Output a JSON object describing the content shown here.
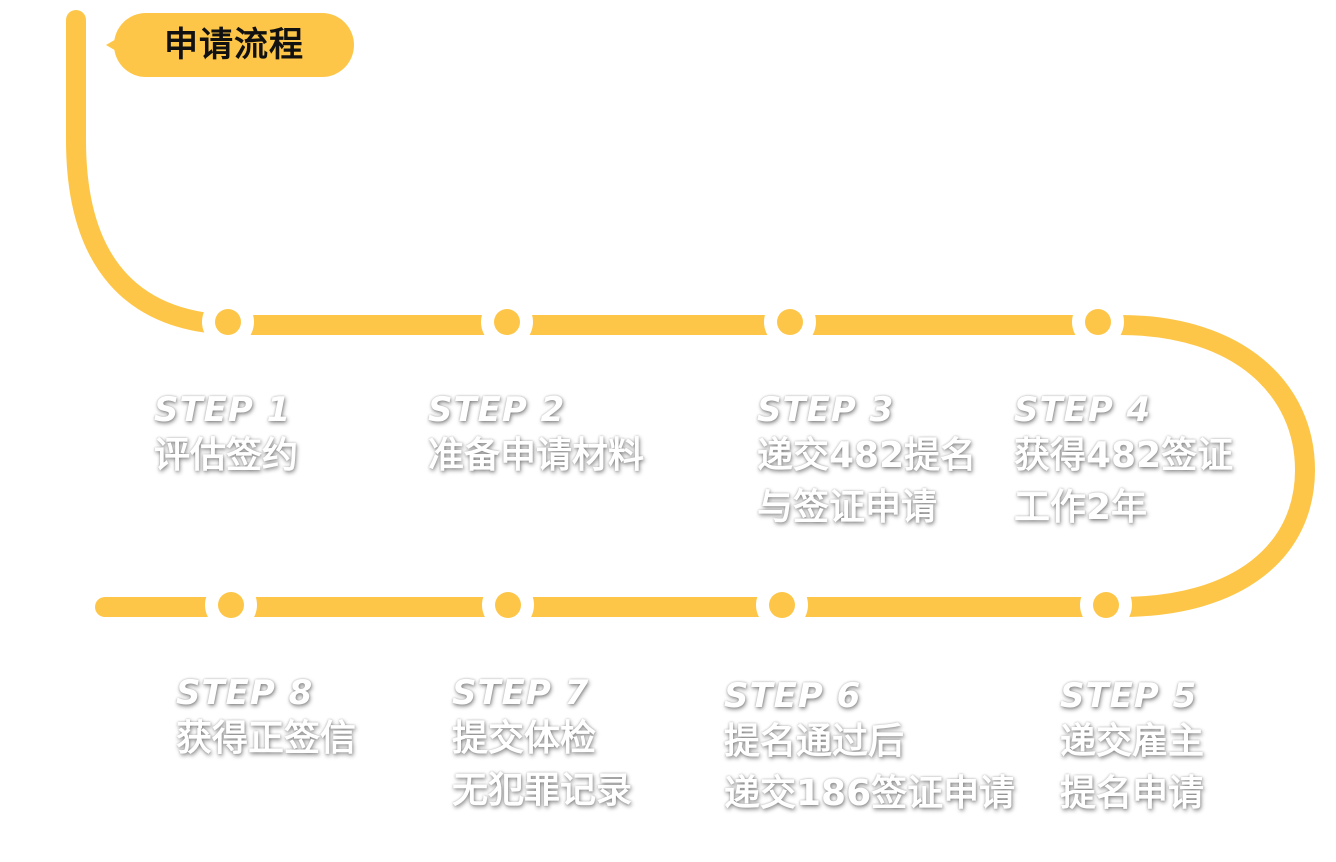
{
  "title": "申请流程",
  "colors": {
    "accent": "#FDC648",
    "node_ring": "#ffffff",
    "text": "#ffffff"
  },
  "steps": [
    {
      "label": "STEP 1",
      "lines": [
        "评估签约"
      ]
    },
    {
      "label": "STEP 2",
      "lines": [
        "准备申请材料"
      ]
    },
    {
      "label": "STEP 3",
      "lines": [
        "递交482提名",
        "与签证申请"
      ]
    },
    {
      "label": "STEP 4",
      "lines": [
        "获得482签证",
        "工作2年"
      ]
    },
    {
      "label": "STEP 5",
      "lines": [
        "递交雇主",
        "提名申请"
      ]
    },
    {
      "label": "STEP 6",
      "lines": [
        "提名通过后",
        "递交186签证申请"
      ]
    },
    {
      "label": "STEP 7",
      "lines": [
        "提交体检",
        "无犯罪记录"
      ]
    },
    {
      "label": "STEP 8",
      "lines": [
        "获得正签信"
      ]
    }
  ]
}
